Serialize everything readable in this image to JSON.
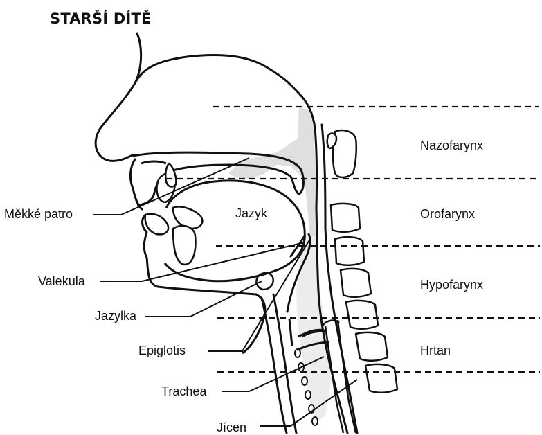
{
  "title": "STARŠÍ DÍTĚ",
  "labels": {
    "mekke_patro": "Měkké patro",
    "jazyk": "Jazyk",
    "valekula": "Valekula",
    "jazylka": "Jazylka",
    "epiglotis": "Epiglotis",
    "trachea": "Trachea",
    "jicen": "Jícen"
  },
  "regions": {
    "nazofarynx": "Nazofarynx",
    "orofarynx": "Orofarynx",
    "hypofarynx": "Hypofarynx",
    "hrtan": "Hrtan"
  },
  "colors": {
    "line": "#111111",
    "shade": "#d9d9d9",
    "background": "#ffffff"
  }
}
